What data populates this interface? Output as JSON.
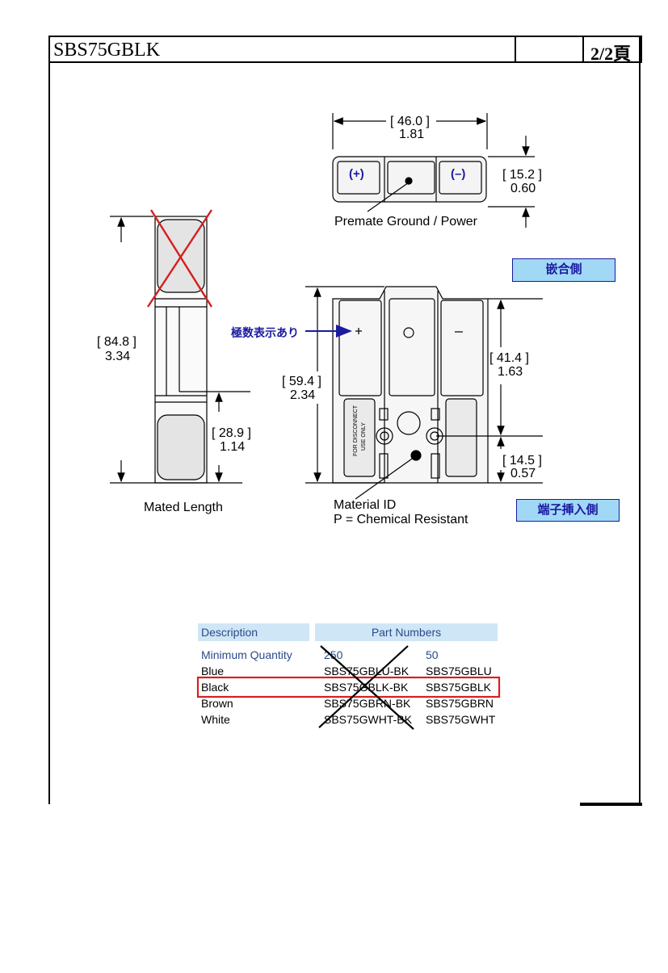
{
  "header": {
    "part_title": "SBS75GBLK",
    "page": "2/2頁"
  },
  "labels": {
    "mating_side": "嵌合側",
    "terminal_side": "端子挿入側",
    "polarity_note": "極数表示あり"
  },
  "dimensions": {
    "width_mm": "[ 46.0 ]",
    "width_in": "1.81",
    "height_top_mm": "[ 15.2 ]",
    "height_top_in": "0.60",
    "mated_mm": "[ 84.8 ]",
    "mated_in": "3.34",
    "lower_mm": "[ 28.9 ]",
    "lower_in": "1.14",
    "body_mm": "[ 59.4 ]",
    "body_in": "2.34",
    "right_mm": "[ 41.4 ]",
    "right_in": "1.63",
    "bottom_mm": "[ 14.5 ]",
    "bottom_in": "0.57"
  },
  "captions": {
    "premate": "Premate Ground / Power",
    "mated_length": "Mated Length",
    "material_id": "Material ID",
    "chemical": "P = Chemical Resistant",
    "plus": "(+)",
    "minus": "(–)",
    "housing_text_1": "FOR DISCONNECT",
    "housing_text_2": "USE ONLY"
  },
  "table": {
    "col_description": "Description",
    "col_part_numbers": "Part Numbers",
    "rows": [
      {
        "desc": "Minimum Quantity",
        "a": "250",
        "b": "50"
      },
      {
        "desc": "Blue",
        "a": "SBS75GBLU-BK",
        "b": "SBS75GBLU"
      },
      {
        "desc": "Black",
        "a": "SBS75GBLK-BK",
        "b": "SBS75GBLK"
      },
      {
        "desc": "Brown",
        "a": "SBS75GBRN-BK",
        "b": "SBS75GBRN"
      },
      {
        "desc": "White",
        "a": "SBS75GWHT-BK",
        "b": "SBS75GWHT"
      }
    ]
  },
  "colors": {
    "accent_blue": "#1a1aa0",
    "highlight_red": "#d42020",
    "label_bg": "#a0d8f5",
    "table_header_bg": "#cfe6f6"
  }
}
